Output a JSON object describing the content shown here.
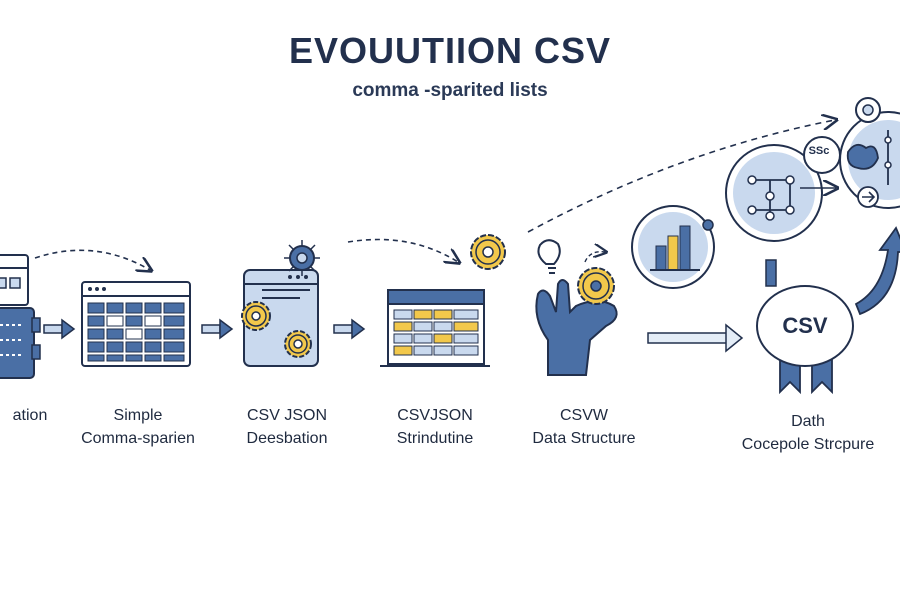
{
  "header": {
    "title": "EVOUUTIION CSV",
    "subtitle": "comma -sparited lists"
  },
  "stages": [
    {
      "line1": "",
      "line2": "ation"
    },
    {
      "line1": "Simple",
      "line2": "Comma-sparien"
    },
    {
      "line1": "CSV JSON",
      "line2": "Deesbation"
    },
    {
      "line1": "CSVJSON",
      "line2": "Strindutine"
    },
    {
      "line1": "CSVW",
      "line2": "Data Structure"
    },
    {
      "line1": "Dath",
      "line2": "Cocepole Strcpure"
    }
  ],
  "badge": {
    "label": "CSV"
  },
  "bubble": {
    "label": "SSc"
  },
  "colors": {
    "navy": "#22304d",
    "blue": "#4a6fa5",
    "light_blue": "#c9d9ee",
    "yellow": "#f2c84b",
    "gear_gold": "#e8b43a"
  }
}
